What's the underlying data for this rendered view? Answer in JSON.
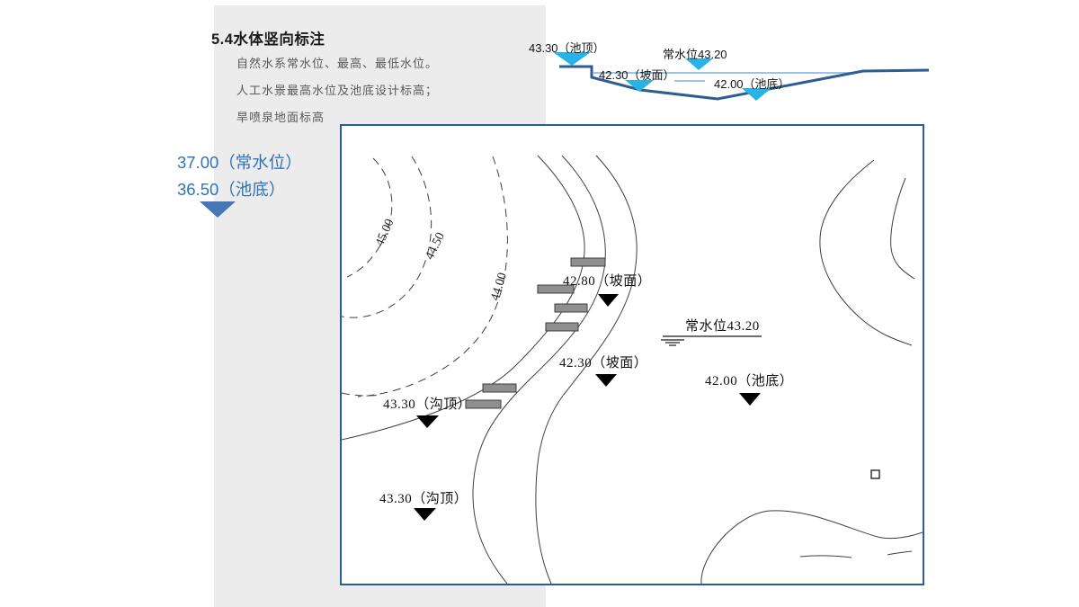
{
  "slide": {
    "title": "5.4水体竖向标注",
    "bullets": [
      "自然水系常水位、最高、最低水位。",
      "人工水景最高水位及池底设计标高；",
      "旱喷泉地面标高"
    ]
  },
  "left_annotation": {
    "line1": "37.00（常水位）",
    "line2": "36.50（池底）"
  },
  "cross_section": {
    "labels": {
      "pool_top": "43.30（池顶）",
      "normal_level": "常水位43.20",
      "slope": "42.30（坡面）",
      "pool_bottom": "42.00（池底）"
    }
  },
  "plan_map": {
    "contour_labels": [
      "45.00",
      "44.50",
      "44.00"
    ],
    "labels": {
      "slope_4280": "42.80（坡面）",
      "normal_level": "常水位43.20",
      "slope_4230": "42.30（坡面）",
      "bottom_4200": "42.00（池底）",
      "ditch_top_1": "43.30（沟顶）",
      "ditch_top_2": "43.30（沟顶）"
    }
  },
  "colors": {
    "panel_gray": "#ececec",
    "accent_blue_text": "#2E74B5",
    "marker_steel_blue": "#4577B5",
    "marker_cyan": "#29B2E8",
    "profile_dark_blue": "#2E5C94",
    "water_light_blue": "#9DC3E6",
    "map_border_blue": "#2F5B94"
  }
}
